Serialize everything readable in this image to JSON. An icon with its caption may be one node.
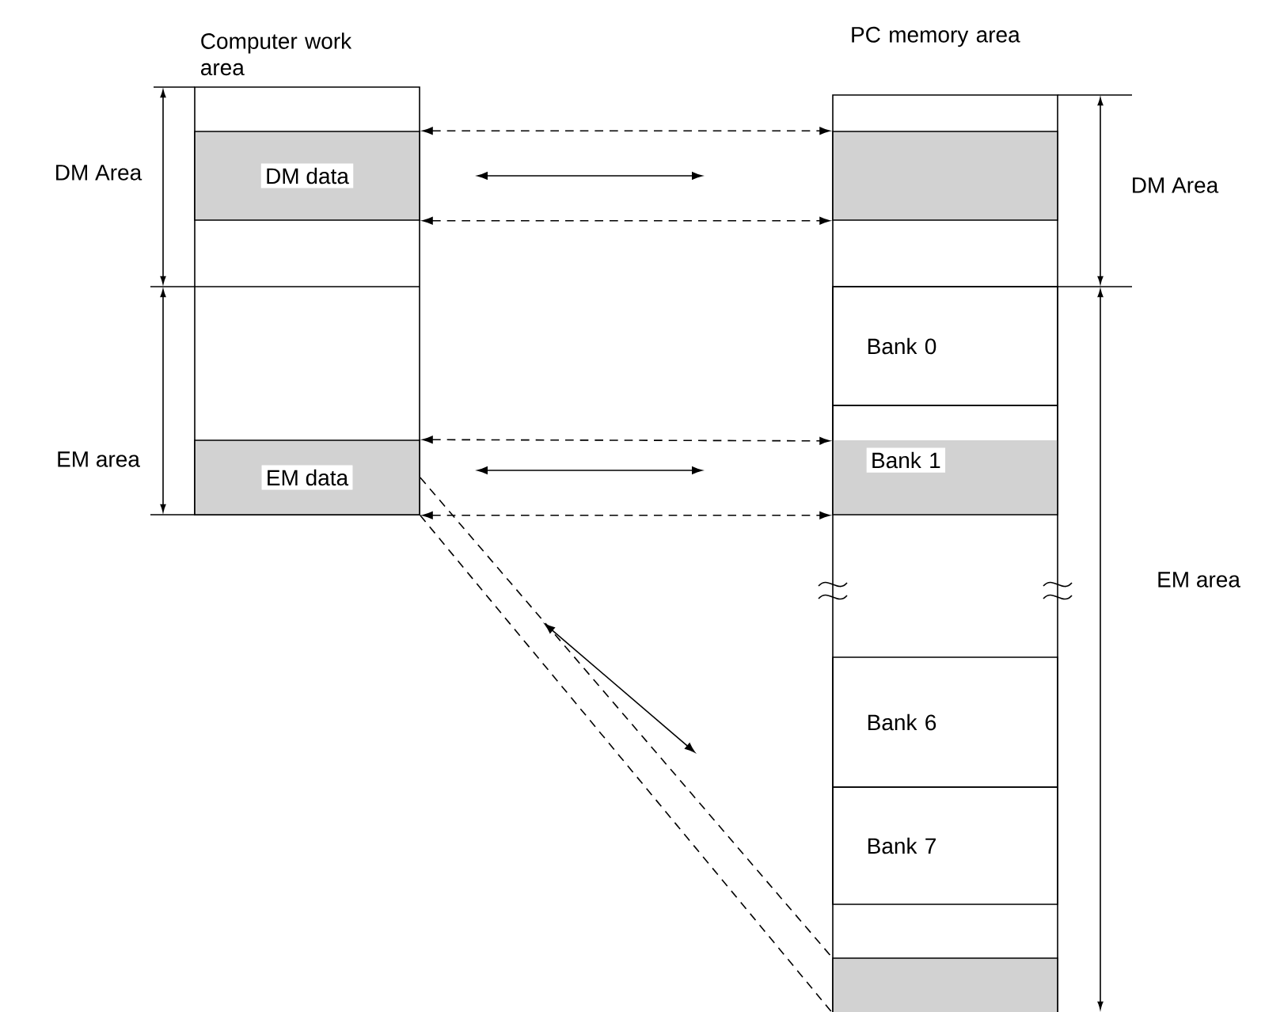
{
  "diagram": {
    "nodes": [
      {
        "text": [
          "Computer work area"
        ]
      },
      {
        "text": [
          "DM data"
        ],
        "in": 0
      },
      {
        "text": [
          "EM data"
        ],
        "in": 0
      },
      {
        "text": [
          "PC memory area"
        ]
      },
      {
        "text": [],
        "shape": "box",
        "in": 3
      },
      {
        "text": [
          "Bank 0"
        ],
        "in": 3
      },
      {
        "text": [
          "Bank 1"
        ],
        "in": 3
      },
      {
        "text": [
          "Bank 6"
        ],
        "in": 3
      },
      {
        "text": [
          "Bank 7"
        ],
        "in": 3
      },
      {
        "text": [],
        "shape": "box",
        "in": 3
      }
    ],
    "edges": [
      {
        "from": 1,
        "to": 4,
        "arrow": "both",
        "style": "dashed"
      },
      {
        "from": 1,
        "to": 4,
        "arrow": "both",
        "style": "dashed"
      },
      {
        "from": 2,
        "to": 6,
        "arrow": "both",
        "style": "dashed"
      },
      {
        "from": 2,
        "to": 6,
        "arrow": "both",
        "style": "dashed"
      },
      {
        "from": 2,
        "to": 9,
        "arrow": "none",
        "style": "dashed"
      },
      {
        "from": 2,
        "to": 9,
        "arrow": "none",
        "style": "dashed"
      }
    ],
    "labels": [
      "DM Area",
      "EM area",
      "DM Area",
      "EM area"
    ]
  }
}
